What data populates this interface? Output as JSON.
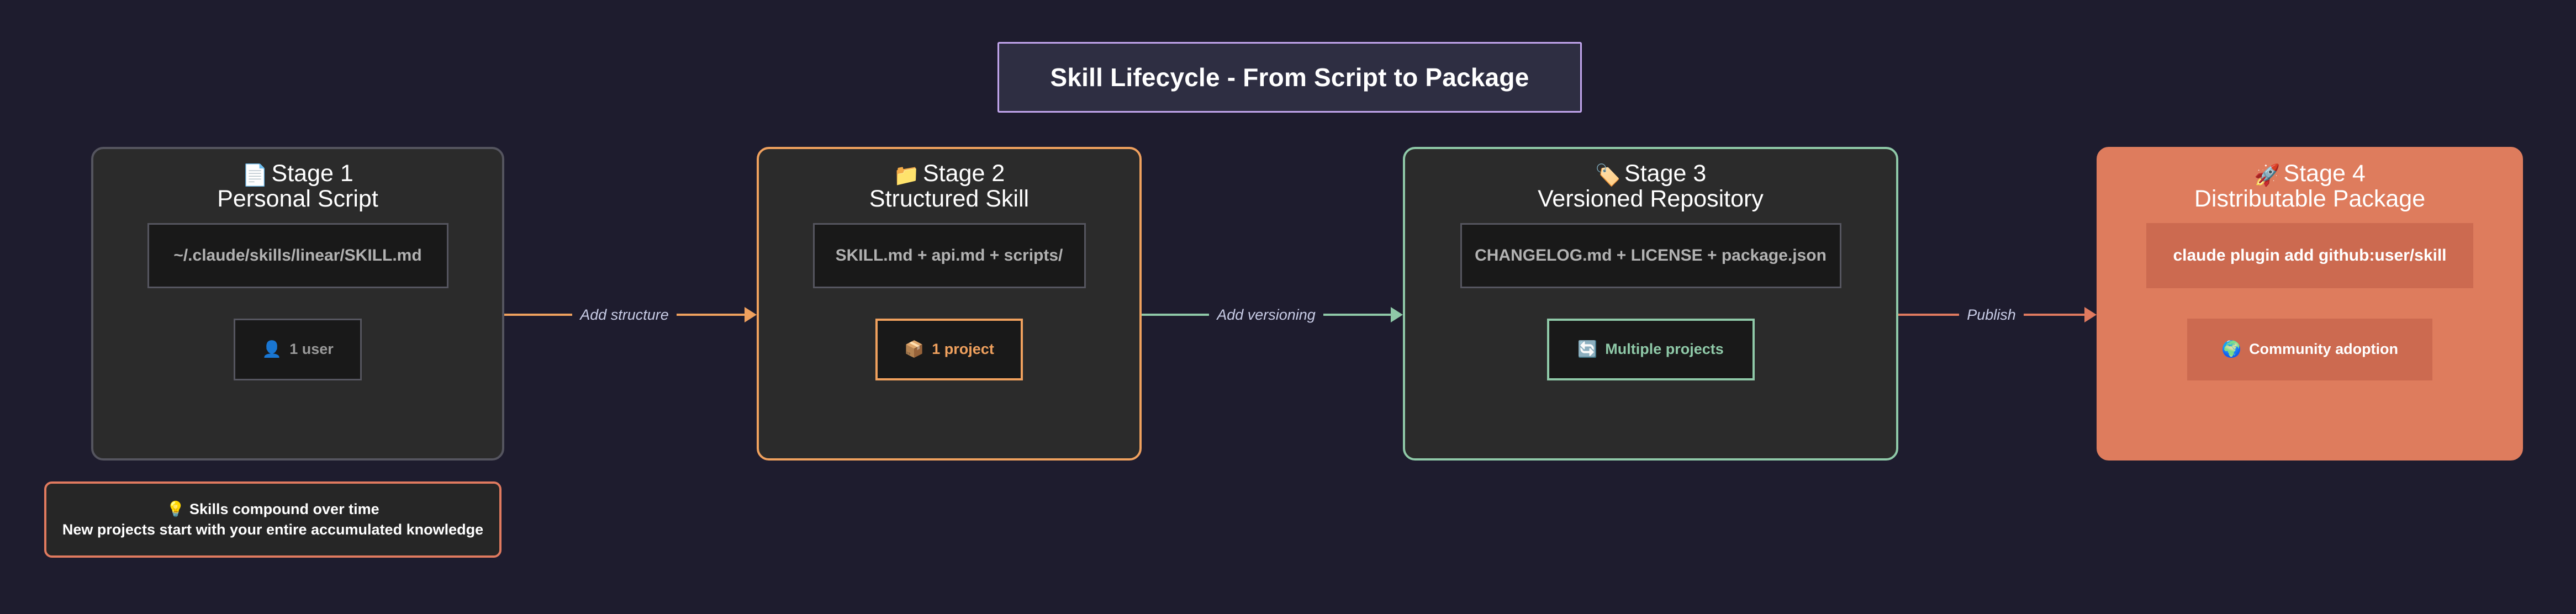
{
  "title": {
    "text": "Skill Lifecycle - From Script to Package",
    "border_color": "#c3a6ef",
    "fill_color": "#2e2e42"
  },
  "page": {
    "background_color": "#1e1c2e"
  },
  "stages": [
    {
      "icon": "document-icon",
      "emoji": "📄",
      "heading": "Stage 1",
      "subheading": "Personal Script",
      "code": "~/.claude/skills/linear/SKILL.md",
      "badge_emoji": "👤",
      "badge_icon": "user-icon",
      "badge_label": "1 user",
      "accent_color": "#55555f"
    },
    {
      "icon": "folder-icon",
      "emoji": "📁",
      "heading": "Stage 2",
      "subheading": "Structured Skill",
      "code": "SKILL.md + api.md + scripts/",
      "badge_emoji": "📦",
      "badge_icon": "package-icon",
      "badge_label": "1 project",
      "accent_color": "#f0a15e"
    },
    {
      "icon": "label-tag-icon",
      "emoji": "🏷️",
      "heading": "Stage 3",
      "subheading": "Versioned Repository",
      "code": "CHANGELOG.md + LICENSE + package.json",
      "badge_emoji": "🔄",
      "badge_icon": "sync-icon",
      "badge_label": "Multiple projects",
      "accent_color": "#8fc9a8"
    },
    {
      "icon": "rocket-icon",
      "emoji": "🚀",
      "heading": "Stage 4",
      "subheading": "Distributable Package",
      "code": "claude plugin add github:user/skill",
      "badge_emoji": "🌍",
      "badge_icon": "globe-icon",
      "badge_label": "Community adoption",
      "accent_color": "#de7c5d"
    }
  ],
  "arrows": [
    {
      "label": "Add structure",
      "color": "#f0a15e"
    },
    {
      "label": "Add versioning",
      "color": "#8fc9a8"
    },
    {
      "label": "Publish",
      "color": "#e07a5f"
    }
  ],
  "callout": {
    "emoji": "💡",
    "icon": "lightbulb-icon",
    "line1": "Skills compound over time",
    "line2": "New projects start with your entire accumulated knowledge",
    "border_color": "#e07a5f"
  }
}
